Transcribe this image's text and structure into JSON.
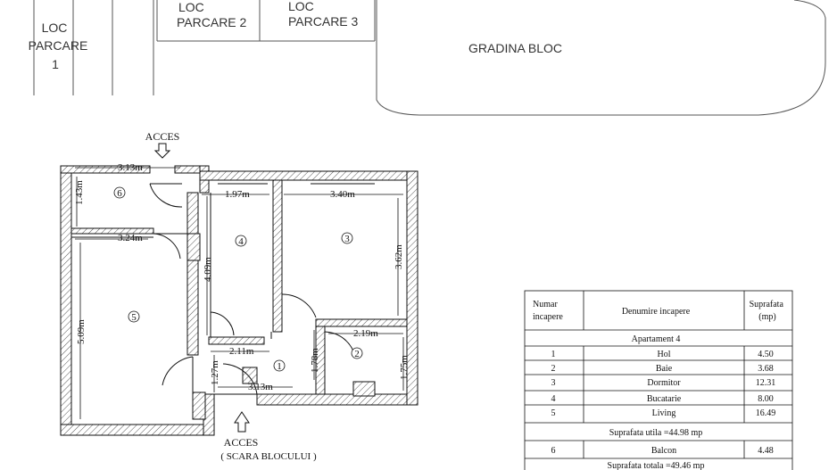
{
  "site": {
    "parking": [
      {
        "label_lines": [
          "LOC",
          "PARCARE",
          "1"
        ]
      },
      {
        "label_lines": [
          "LOC",
          "PARCARE 2"
        ]
      },
      {
        "label_lines": [
          "LOC",
          "PARCARE 3"
        ]
      }
    ],
    "garden": "GRADINA BLOC"
  },
  "plan": {
    "access_top": "ACCES",
    "access_bottom": "ACCES",
    "access_bottom_sub": "( SCARA BLOCULUI )",
    "rooms": [
      "1",
      "2",
      "3",
      "4",
      "5",
      "6"
    ],
    "dimensions": {
      "balcony_width": "3.13m",
      "balcony_depth": "1.43m",
      "living_width": "3.24m",
      "living_depth": "5.09m",
      "kitchen_width": "1.97m",
      "kitchen_depth": "4.09m",
      "bedroom_width": "3.40m",
      "bedroom_depth": "3.62m",
      "hall_width": "2.11m",
      "hall_depth": "1.27m",
      "hall_length": "3.13m",
      "hall_side": "1.78m",
      "bath_width": "2.19m",
      "bath_depth": "1.75m"
    }
  },
  "table": {
    "headers": [
      "Numar\nincapere",
      "Denumire incapere",
      "Suprafata\n(mp)"
    ],
    "apartment": "Apartament 4",
    "rows": [
      {
        "nr": "1",
        "name": "Hol",
        "area": "4.50"
      },
      {
        "nr": "2",
        "name": "Baie",
        "area": "3.68"
      },
      {
        "nr": "3",
        "name": "Dormitor",
        "area": "12.31"
      },
      {
        "nr": "4",
        "name": "Bucatarie",
        "area": "8.00"
      },
      {
        "nr": "5",
        "name": "Living",
        "area": "16.49"
      }
    ],
    "useful_area": "Suprafata utila =44.98 mp",
    "balcony_row": {
      "nr": "6",
      "name": "Balcon",
      "area": "4.48"
    },
    "total_area": "Suprafata totala =49.46 mp"
  }
}
